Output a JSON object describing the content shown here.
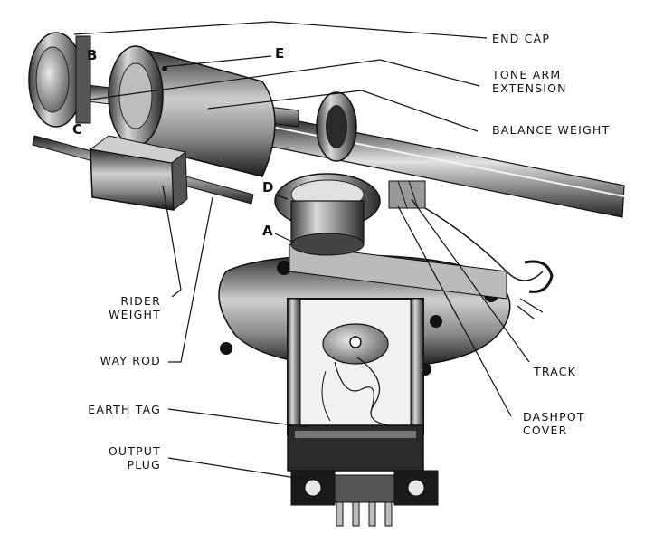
{
  "labels": {
    "end_cap": "END CAP",
    "tone_arm_ext_1": "TONE ARM",
    "tone_arm_ext_2": "EXTENSION",
    "balance_weight": "BALANCE WEIGHT",
    "rider_1": "RIDER",
    "rider_2": "WEIGHT",
    "way_rod": "WAY ROD",
    "track": "TRACK",
    "dashpot_1": "DASHPOT",
    "dashpot_2": "COVER",
    "earth_tag": "EARTH TAG",
    "output_1": "OUTPUT",
    "output_2": "PLUG"
  },
  "letters": {
    "b": "B",
    "c": "C",
    "e": "E",
    "d": "D",
    "a": "A"
  }
}
